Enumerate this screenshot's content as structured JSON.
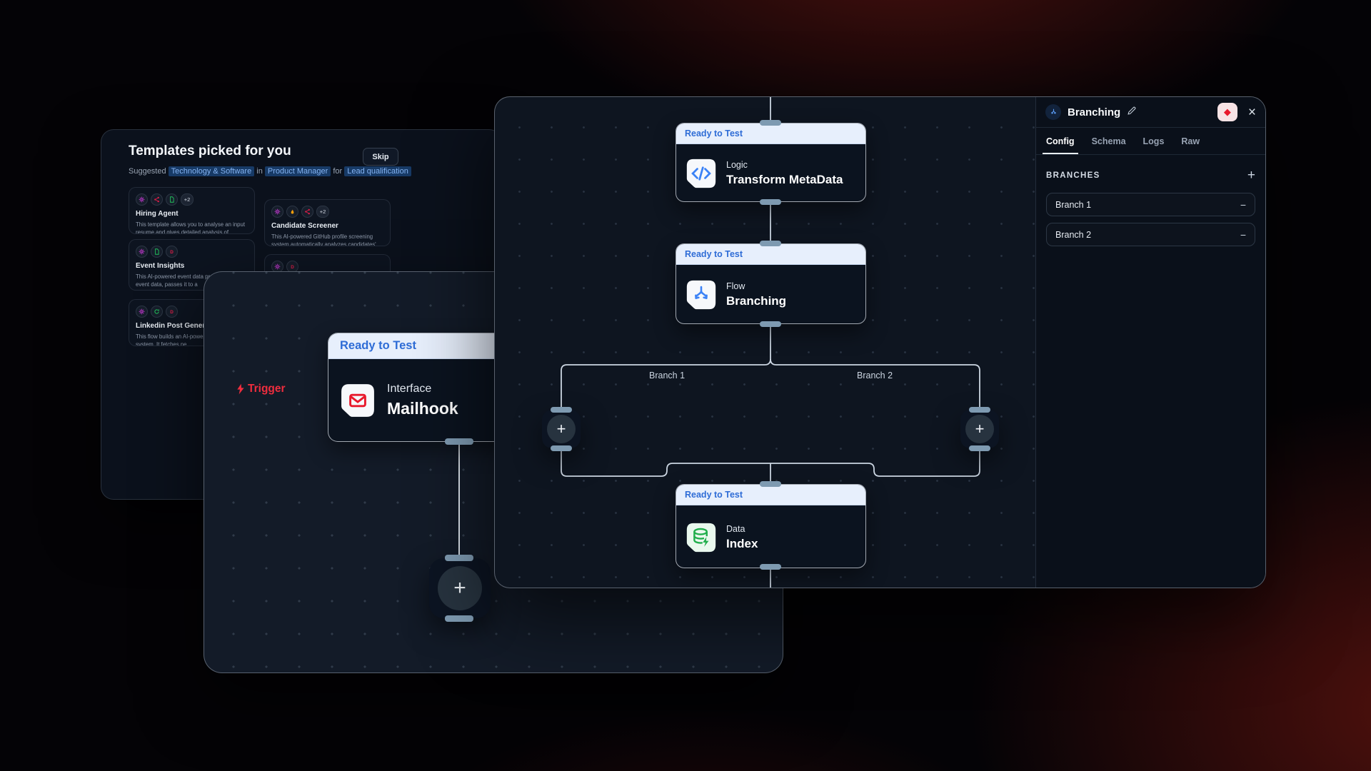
{
  "templates": {
    "title": "Templates picked for you",
    "skip": "Skip",
    "suggested": {
      "prefix": "Suggested",
      "industry": "Technology & Software",
      "in": "in",
      "role": "Product Manager",
      "for": "for",
      "usecase": "Lead qualification"
    },
    "cards": [
      {
        "title": "Hiring Agent",
        "desc": "This template allows you to analyse an input resume and gives detailed analysis of selection/rejection",
        "badge": "+2"
      },
      {
        "title": "Candidate Screener",
        "desc": "This AI-powered GitHub profile screening system automatically analyzes candidates' repositories,...",
        "badge": "+2"
      },
      {
        "title": "Event Insights",
        "desc": "This AI-powered event data process collects event data, passes it to a",
        "badge": ""
      },
      {
        "title": "",
        "desc": "",
        "badge": ""
      },
      {
        "title": "Linkedin Post Generator",
        "desc": "This flow builds an AI-powered Li automation system. It fetches ne",
        "badge": ""
      }
    ]
  },
  "flow": {
    "trigger_label": "Trigger",
    "mailhook": {
      "status": "Ready to Test",
      "category": "Interface",
      "title": "Mailhook"
    },
    "plus": "+"
  },
  "canvas": {
    "nodes": {
      "transform": {
        "status": "Ready to Test",
        "category": "Logic",
        "title": "Transform MetaData"
      },
      "branching": {
        "status": "Ready to Test",
        "category": "Flow",
        "title": "Branching"
      },
      "index": {
        "status": "Ready to Test",
        "category": "Data",
        "title": "Index"
      }
    },
    "branch1": "Branch 1",
    "branch2": "Branch 2",
    "plus": "+"
  },
  "sidebar": {
    "title": "Branching",
    "tabs": [
      "Config",
      "Schema",
      "Logs",
      "Raw"
    ],
    "active_tab": "Config",
    "section_label": "BRANCHES",
    "add": "+",
    "close": "×",
    "diamond": "◆",
    "branches": [
      {
        "name": "Branch 1",
        "remove": "−"
      },
      {
        "name": "Branch 2",
        "remove": "−"
      }
    ]
  },
  "colors": {
    "status_bg": "#e7effc",
    "status_text": "#2e6cd6",
    "trigger_red": "#ef2d3e",
    "diamond_red": "#e8192c",
    "edge": "#ccd6e2",
    "accent_blue": "#3b82f6",
    "green": "#1fae4b"
  }
}
